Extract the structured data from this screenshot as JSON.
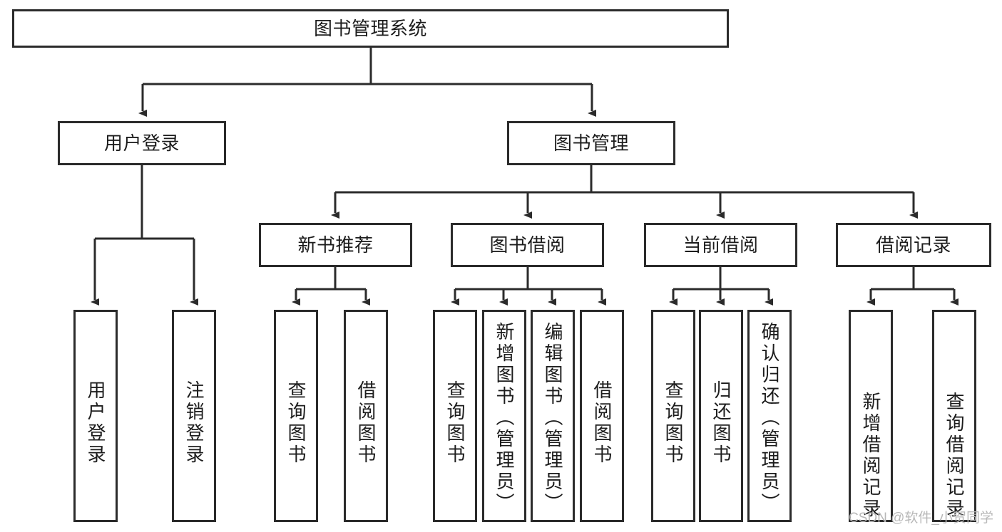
{
  "diagram": {
    "type": "hierarchy-tree",
    "title": "图书管理系统",
    "watermark": "CSDN @软件_小贺同学",
    "colors": {
      "stroke": "#2b2b2b",
      "fill": "#ffffff",
      "text": "#1c1c1c",
      "watermark": "#b8b8b8"
    },
    "nodes": {
      "root": {
        "label": "图书管理系统"
      },
      "level2": [
        {
          "label": "用户登录"
        },
        {
          "label": "图书管理"
        }
      ],
      "level3": [
        {
          "label": "新书推荐"
        },
        {
          "label": "图书借阅"
        },
        {
          "label": "当前借阅"
        },
        {
          "label": "借阅记录"
        }
      ],
      "leaves_user_login": [
        {
          "label": "用户登录"
        },
        {
          "label": "注销登录"
        }
      ],
      "leaves_new_book": [
        {
          "label": "查询图书"
        },
        {
          "label": "借阅图书"
        }
      ],
      "leaves_borrow": [
        {
          "label": "查询图书"
        },
        {
          "label": "新增图书（管理员）"
        },
        {
          "label": "编辑图书（管理员）"
        },
        {
          "label": "借阅图书"
        }
      ],
      "leaves_current": [
        {
          "label": "查询图书"
        },
        {
          "label": "归还图书"
        },
        {
          "label": "确认归还（管理员）"
        }
      ],
      "leaves_records": [
        {
          "label": "新增借阅记录"
        },
        {
          "label": "查询借阅记录"
        }
      ]
    }
  }
}
